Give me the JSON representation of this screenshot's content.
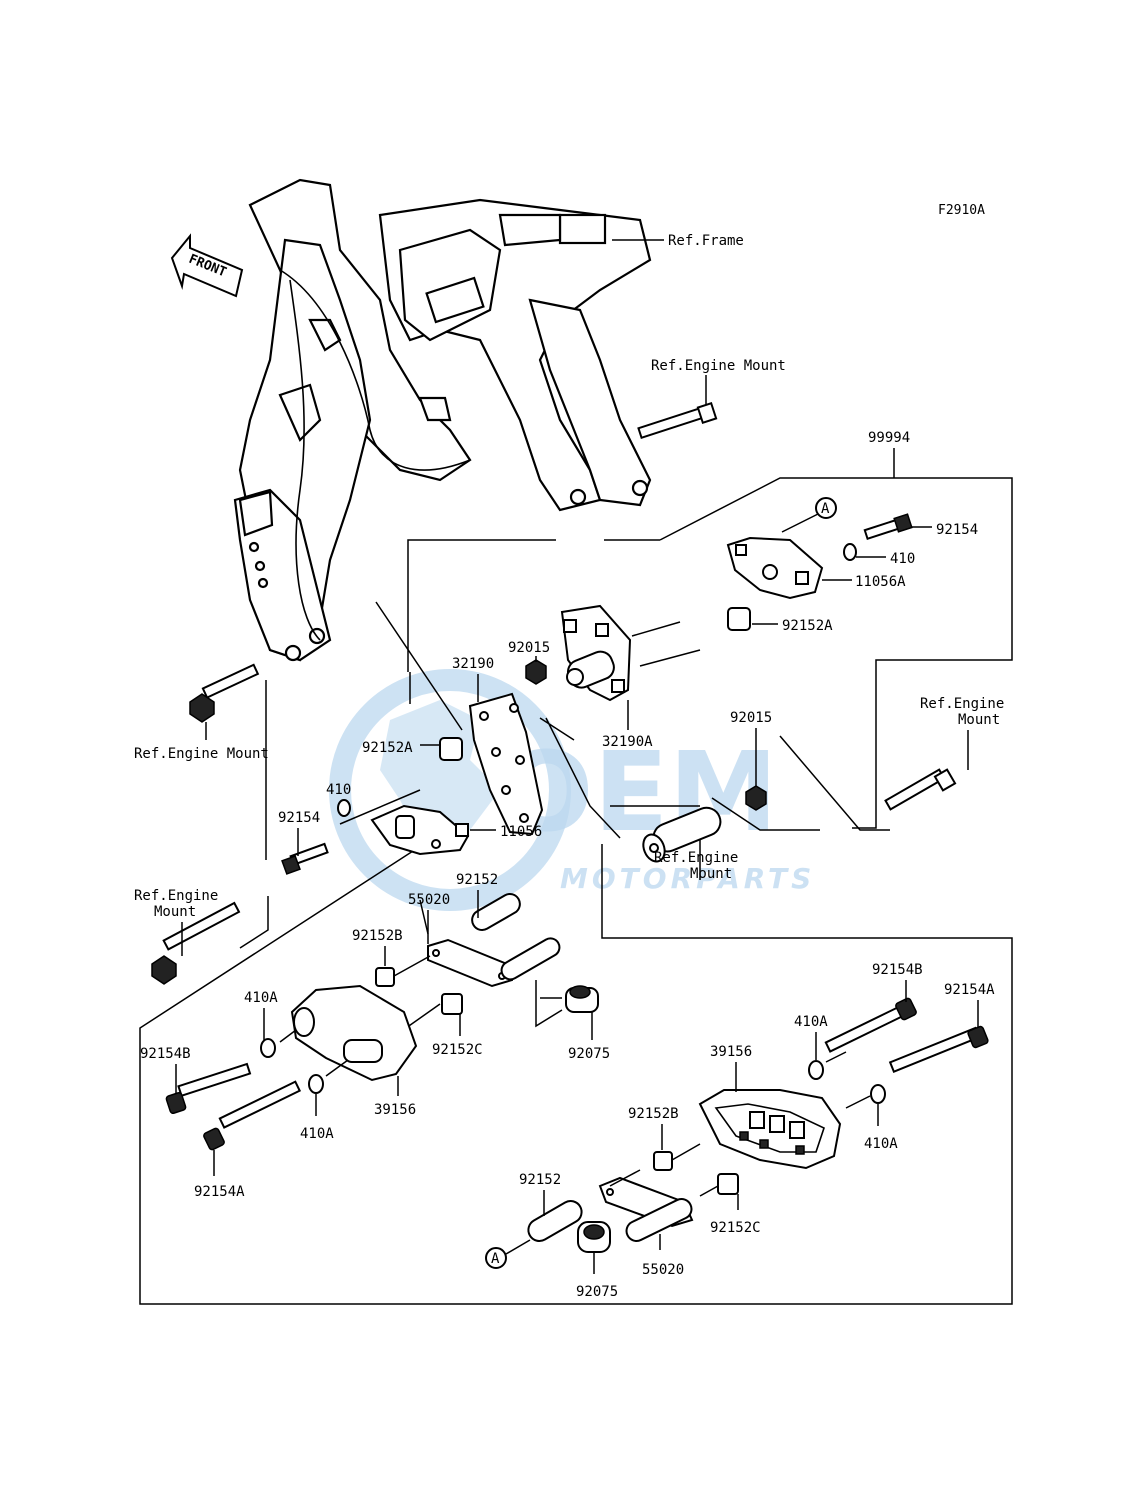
{
  "diagram_code": "F2910A",
  "front_arrow_label": "FRONT",
  "watermark": {
    "brand": "OEM",
    "sub": "MOTORPARTS"
  },
  "colors": {
    "line": "#000000",
    "background": "#ffffff",
    "watermark": "#bcd8ef"
  },
  "circle_marker": "A",
  "labels": {
    "ref_frame": "Ref.Frame",
    "ref_engine_mount_1": "Ref.Engine Mount",
    "ref_engine_mount_2": "Ref.Engine Mount",
    "ref_engine_mount_3a": "Ref.Engine",
    "ref_engine_mount_3b": "Mount",
    "ref_engine_mount_4a": "Ref.Engine",
    "ref_engine_mount_4b": "Mount",
    "ref_engine_mount_5a": "Ref.Engine",
    "ref_engine_mount_5b": "Mount"
  },
  "parts": {
    "p99994": "99994",
    "p92154_r": "92154",
    "p410_r": "410",
    "p11056A": "11056A",
    "p92152A_r": "92152A",
    "p92015_a": "92015",
    "p32190": "32190",
    "p32190A": "32190A",
    "p92015_b": "92015",
    "p92152A_l": "92152A",
    "p410_l": "410",
    "p92154_l": "92154",
    "p11056": "11056",
    "p92152_l": "92152",
    "p55020_l": "55020",
    "p92152B_l": "92152B",
    "p410A_l1": "410A",
    "p92154B_l": "92154B",
    "p92152C_l": "92152C",
    "p92075_l": "92075",
    "p39156_l": "39156",
    "p410A_l2": "410A",
    "p92154A_l": "92154A",
    "p92154B_r": "92154B",
    "p92154A_r": "92154A",
    "p410A_r1": "410A",
    "p39156_r": "39156",
    "p92152B_r": "92152B",
    "p410A_r2": "410A",
    "p92152_r": "92152",
    "p92152C_r": "92152C",
    "p92075_r": "92075",
    "p55020_r": "55020"
  }
}
